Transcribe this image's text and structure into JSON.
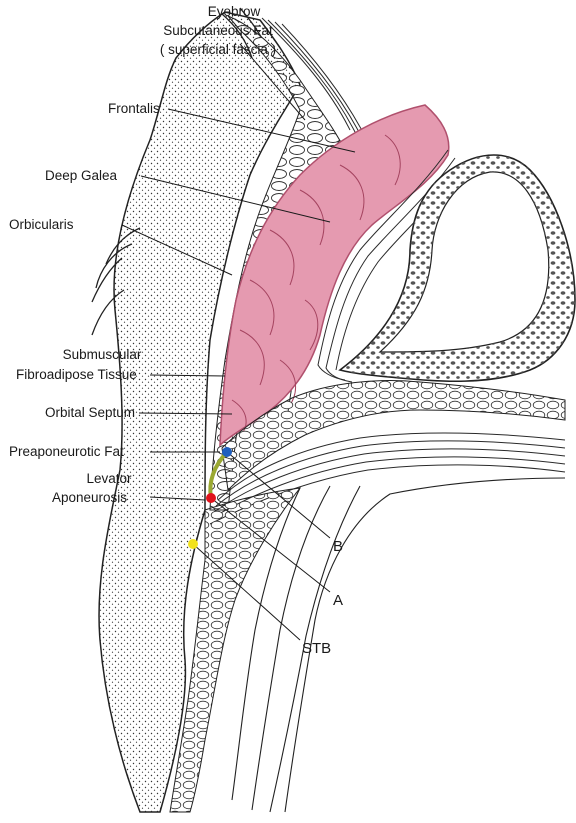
{
  "labels": {
    "eyebrow": "Eyebrow",
    "subcutaneous_fat": "Subcutaneous Fat",
    "superficial_fascia": "( superficial fascia )",
    "frontalis": "Frontalis",
    "deep_galea": "Deep Galea",
    "orbicularis": "Orbicularis",
    "submuscular_1": "Submuscular",
    "submuscular_2": "Fibroadipose Tissue",
    "orbital_septum": "Orbital Septum",
    "preaponeurotic_fat": "Preaponeurotic Fat",
    "levator_1": "Levator",
    "levator_2": "Aponeurosis"
  },
  "points": {
    "b": "B",
    "a": "A",
    "stb": "STB"
  },
  "colors": {
    "muscle_fill": "#e59ab0",
    "muscle_stroke": "#b0506d",
    "point_b": "#1f5fbf",
    "point_a": "#e0121b",
    "point_stb": "#f2e21c",
    "septum_segment": "#9aa832",
    "ink": "#1a1a1a"
  }
}
